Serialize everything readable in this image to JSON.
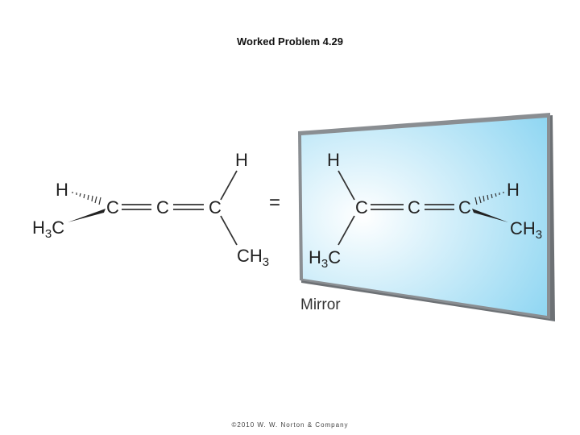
{
  "slide": {
    "title": "Worked Problem 4.29",
    "copyright": "©2010 W. W. Norton & Company"
  },
  "left_molecule": {
    "carbons": [
      "C",
      "C",
      "C"
    ],
    "h_top": "H",
    "h_left": "H",
    "ch3_left": {
      "base": "H",
      "sub": "3",
      "tail": "C"
    },
    "ch3_bottom": {
      "base": "CH",
      "sub": "3"
    }
  },
  "equals_sign": "=",
  "right_molecule": {
    "carbons": [
      "C",
      "C",
      "C"
    ],
    "h_top": "H",
    "h_right": "H",
    "ch3_bottom": {
      "base": "H",
      "sub": "3",
      "tail": "C"
    },
    "ch3_right": {
      "base": "CH",
      "sub": "3"
    }
  },
  "mirror": {
    "label": "Mirror",
    "colors": {
      "center": "#ffffff",
      "edge": "#8fd6f2",
      "frame": "#8a8e92"
    }
  }
}
